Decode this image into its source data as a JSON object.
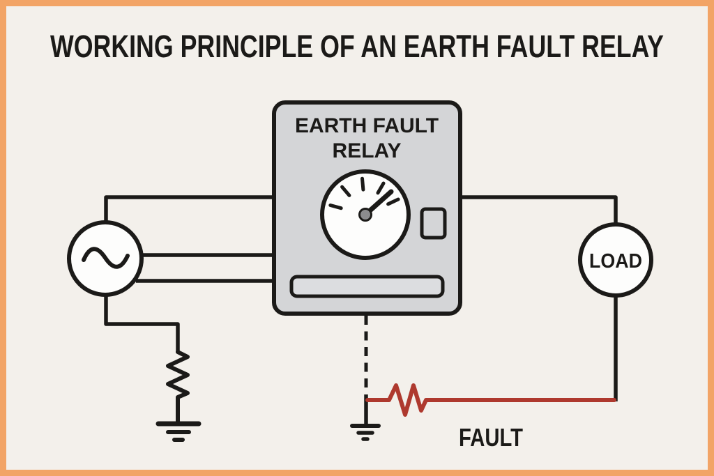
{
  "title": "WORKING PRINCIPLE OF AN EARTH FAULT RELAY",
  "relay": {
    "label_line1": "EARTH FAULT",
    "label_line2": "RELAY",
    "gauge_icon": "analog-meter-gauge",
    "indicator": "indicator-window",
    "slot": "label-slot"
  },
  "source": {
    "icon": "ac-sine-wave"
  },
  "load": {
    "label": "LOAD"
  },
  "fault": {
    "label": "FAULT"
  },
  "grounds": {
    "left_icon": "earth-ground",
    "center_icon": "earth-ground"
  },
  "colors": {
    "background": "#f3f0eb",
    "frame": "#f2a466",
    "ink": "#1b1a18",
    "relay_fill": "#d4d5d7",
    "slot_fill": "#dcdde0",
    "node_fill": "#fdfdfc",
    "hub_fill": "#8c8c8e",
    "fault_red": "#ae392e"
  }
}
